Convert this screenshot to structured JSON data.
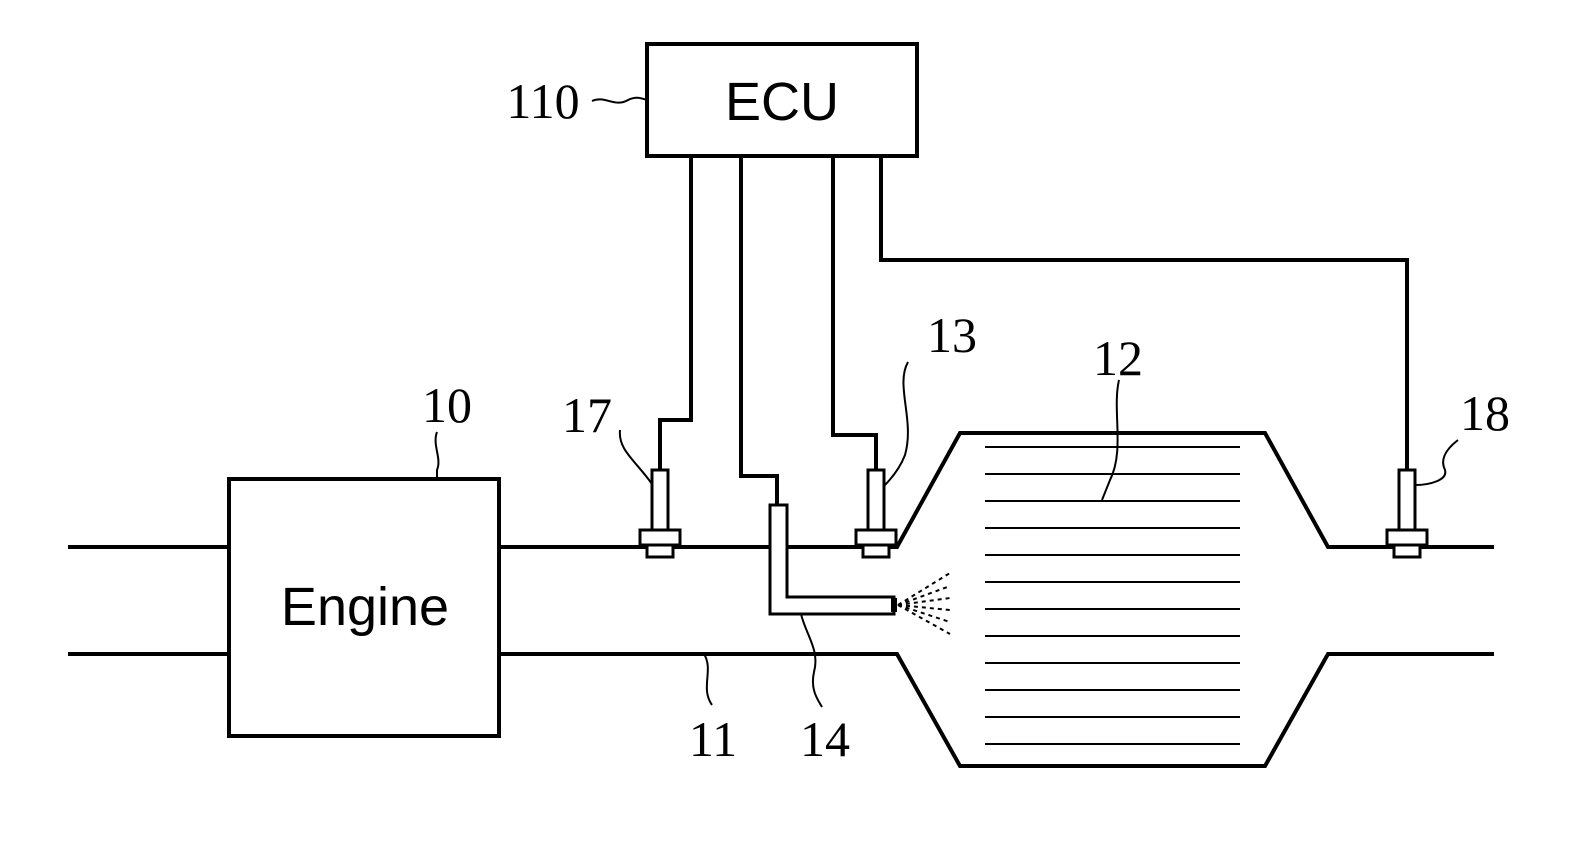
{
  "blocks": {
    "ecu": "ECU",
    "engine": "Engine"
  },
  "reference_numerals": {
    "ecu": "110",
    "engine": "10",
    "exhaust_pipe": "11",
    "catalyst": "12",
    "sensor_upstream": "13",
    "injector": "14",
    "sensor_front": "17",
    "sensor_downstream": "18"
  },
  "colors": {
    "line": "#000000",
    "background": "#ffffff"
  }
}
